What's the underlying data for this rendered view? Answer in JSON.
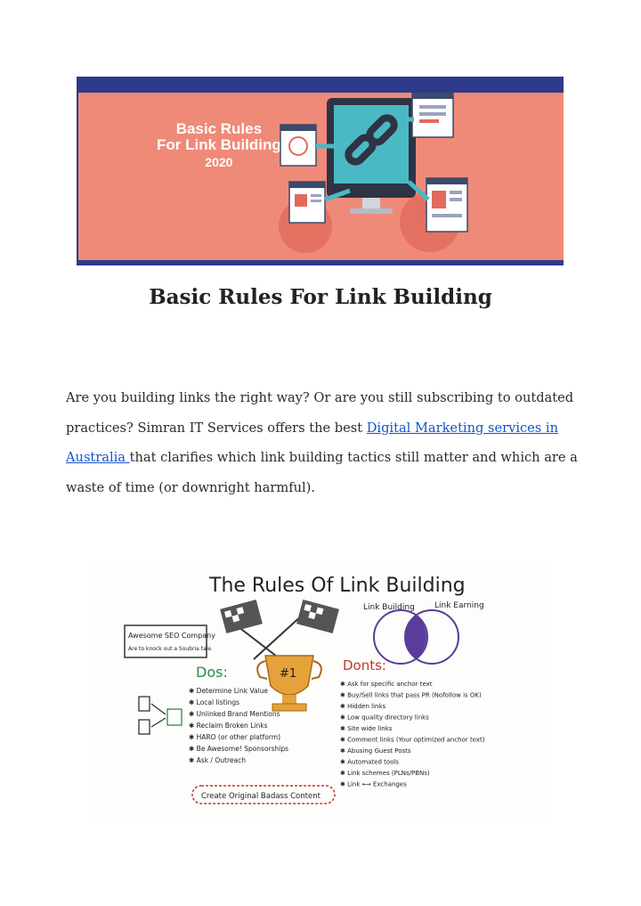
{
  "banner": {
    "title_line1": "Basic Rules",
    "title_line2": "For Link Building",
    "year": "2020",
    "colors": {
      "frame": "#2f3a8a",
      "background": "#ef8a78",
      "screen": "#4bb9c4"
    }
  },
  "article": {
    "heading": "Basic Rules For Link Building",
    "paragraph_before_link": "Are you building links the right way? Or are you still subscribing to outdated practices? Simran IT Services offers the best ",
    "link_text": "Digital Marketing services in Australia ",
    "paragraph_after_link": "that clarifies which link building tactics still matter and which are a waste of time (or downright harmful)."
  },
  "whiteboard": {
    "title": "The Rules Of Link Building",
    "venn_left": "Link Building",
    "venn_right": "Link Earning",
    "seo_box_title": "Awesome SEO Company",
    "seo_box_sub": "Are to knock out a Soubria tale.",
    "dos_title": "Dos:",
    "dos_items": [
      "Determine Link Value",
      "Local listings",
      "Unlinked Brand Mentions",
      "Reclaim Broken Links",
      "HARO (or other platform)",
      "Be Awesome! Sponsorships",
      "Ask / Outreach"
    ],
    "donts_title": "Donts:",
    "donts_items": [
      "Ask for specific anchor text",
      "Buy/Sell links that pass PR (Nofollow is OK)",
      "Hidden links",
      "Low quality directory links",
      "Site wide links",
      "Comment links (Your optimized anchor text)",
      "Abusing Guest Posts",
      "Automated tools",
      "Link schemes (PLNs/PBNs)",
      "Link ⟷ Exchanges"
    ],
    "trophy_label": "#1",
    "footer_note": "Create Original Badass Content"
  }
}
